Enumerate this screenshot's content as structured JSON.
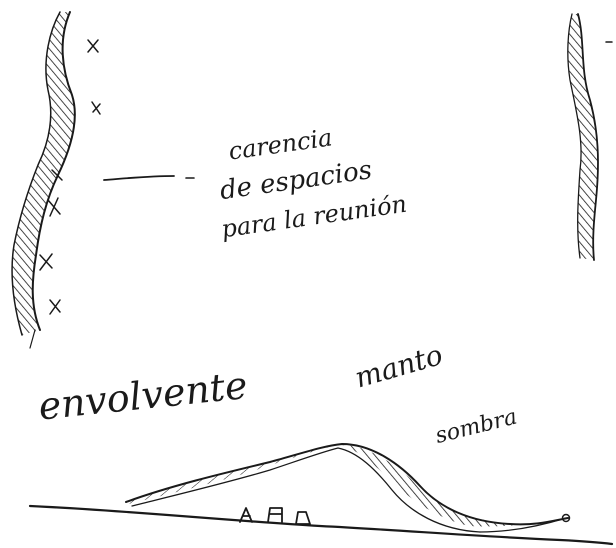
{
  "annotations": {
    "line1": "carencia",
    "line2": "de espacios",
    "line3": "para la reunión"
  },
  "labels": {
    "envelope": "envolvente",
    "mantle": "manto",
    "shade": "sombra"
  },
  "colors": {
    "ink": "#1a1a1a",
    "paper": "#ffffff"
  }
}
